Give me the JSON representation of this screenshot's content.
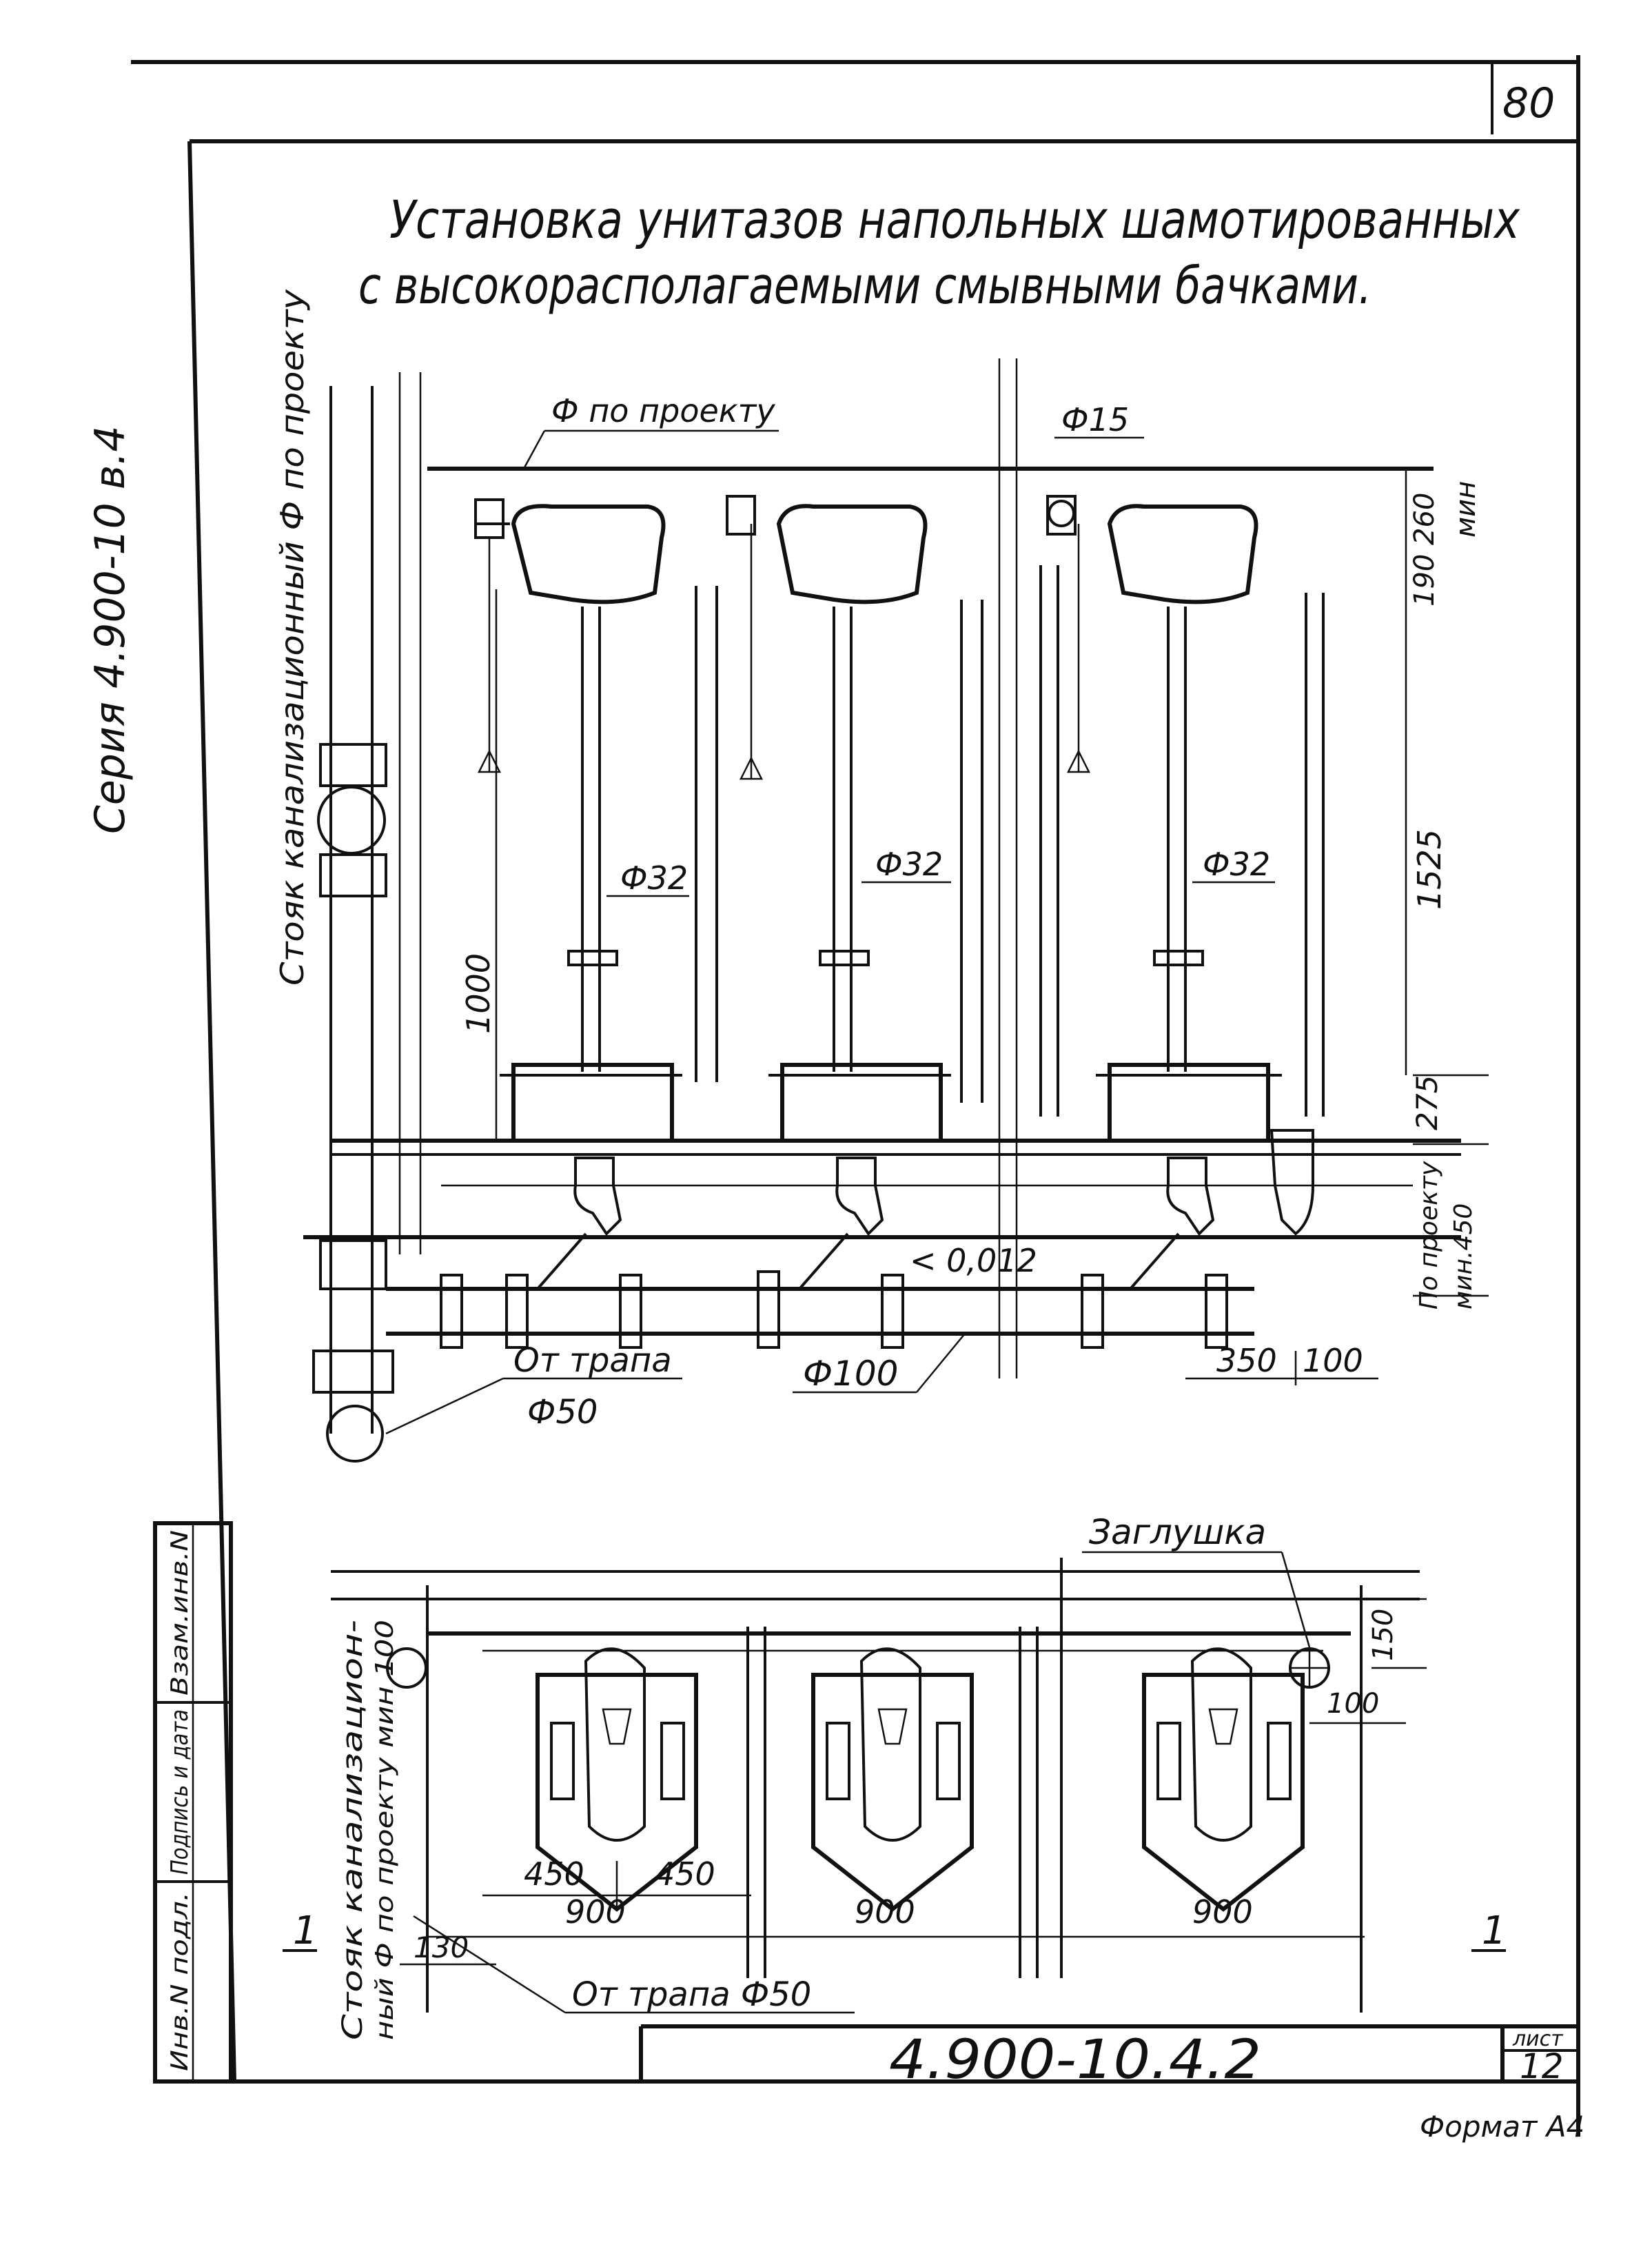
{
  "sheet_number": "80",
  "series_label": "Серия 4.900-10  в.4",
  "title": {
    "line1": "Установка унитазов напольных шамотированных",
    "line2": "с высокорасполагаемыми смывными бачками."
  },
  "elevation": {
    "riser_label": "Стояк канализационный Ф по проекту",
    "supply_pipe_label": "Ф по проекту",
    "supply_branch_label": "Ф15",
    "flush_pipe_labels": [
      "Ф32",
      "Ф32",
      "Ф32"
    ],
    "dim_1000": "1000",
    "dim_1525": "1525",
    "dim_190_260": "190 260",
    "dim_min": "мин",
    "dim_275": "275",
    "dim_by_project": "По проекту",
    "dim_min_450": "мин.450",
    "slope_label": "< 0,012",
    "sewer_main_label": "Ф100",
    "from_trap_label": "От трапа",
    "from_trap_diam": "Ф50",
    "dim_350": "350",
    "dim_100": "100"
  },
  "plan": {
    "plug_label": "Заглушка",
    "riser_label_line1": "Стояк канализацион-",
    "riser_label_line2": "ный Ф по проекту мин 100",
    "dim_150": "150",
    "dim_100": "100",
    "dim_450_left": "450",
    "dim_450_right": "450",
    "dim_900_a": "900",
    "dim_900_b": "900",
    "dim_900_c": "900",
    "dim_130": "130",
    "from_trap_label": "От трапа Ф50",
    "section_mark_left": "1",
    "section_mark_right": "1"
  },
  "side_stamp": [
    "Инв.N подл.",
    "Подпись и дата",
    "Взам.инв.N"
  ],
  "title_block": {
    "doc_code": "4.900-10.4.2",
    "sheet_label": "лист",
    "sheet_value": "12"
  },
  "format_label": "Формат А4"
}
